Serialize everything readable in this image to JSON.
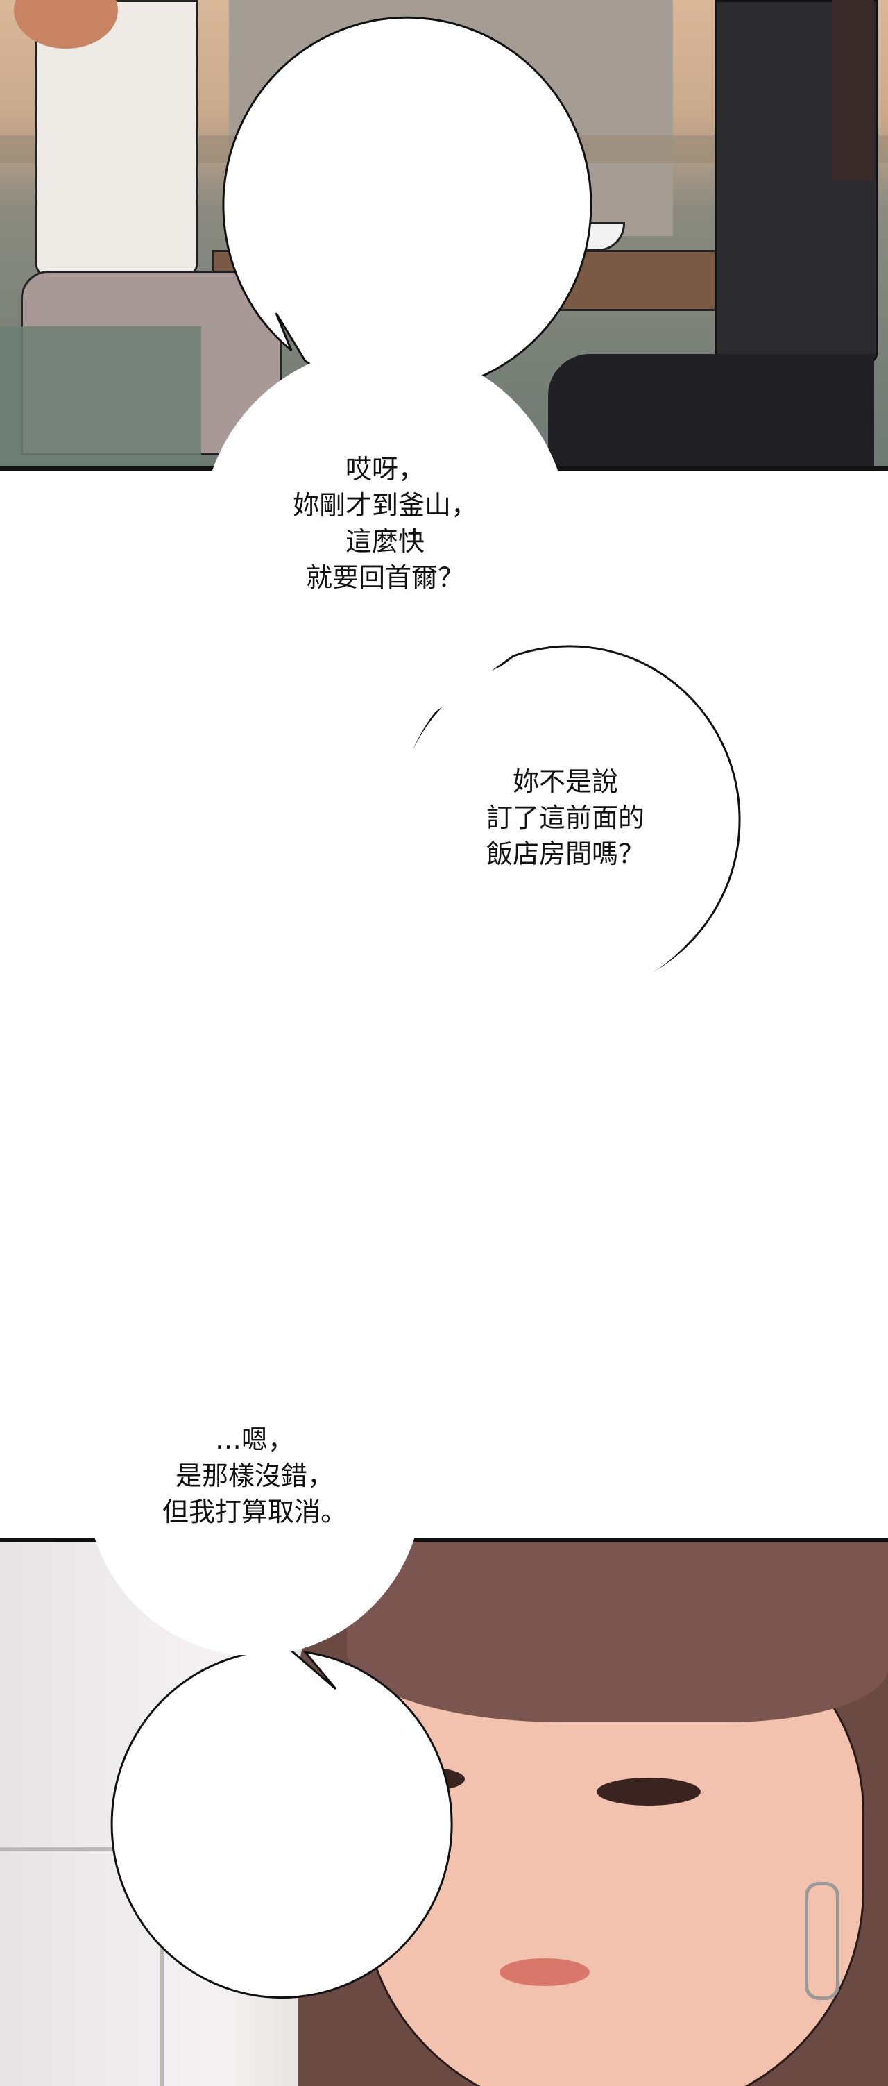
{
  "panels": [
    {
      "scene": "cafe-table-conversation"
    },
    {
      "scene": "woman-closeup"
    }
  ],
  "bubbles": [
    {
      "lines": [
        "哎呀，",
        "妳剛才到釜山，",
        "這麼快",
        "就要回首爾？"
      ]
    },
    {
      "lines": [
        "妳不是說",
        "訂了這前面的",
        "飯店房間嗎？"
      ]
    },
    {
      "lines": [
        "…嗯，",
        "是那樣沒錯，",
        "但我打算取消。"
      ]
    }
  ],
  "colors": {
    "outline": "#111111",
    "bubble": "#ffffff",
    "skin": "#f2c2ae",
    "hair": "#6b4a44"
  }
}
